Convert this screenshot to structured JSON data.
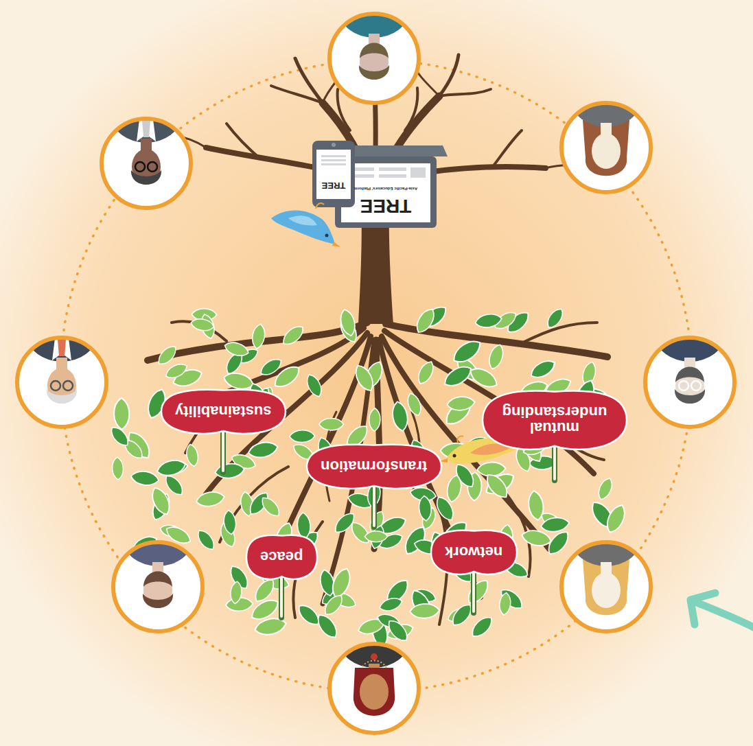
{
  "diagram": {
    "nodes": [
      {
        "text": [
          "sustainability"
        ]
      },
      {
        "text": [
          "mutual understanding"
        ]
      },
      {
        "text": [
          "transformation"
        ]
      },
      {
        "text": [
          "peace"
        ]
      },
      {
        "text": [
          "network"
        ]
      }
    ],
    "labels": [
      "TREE",
      "Asia-Pacific Educators' Platform",
      "TREE"
    ]
  }
}
